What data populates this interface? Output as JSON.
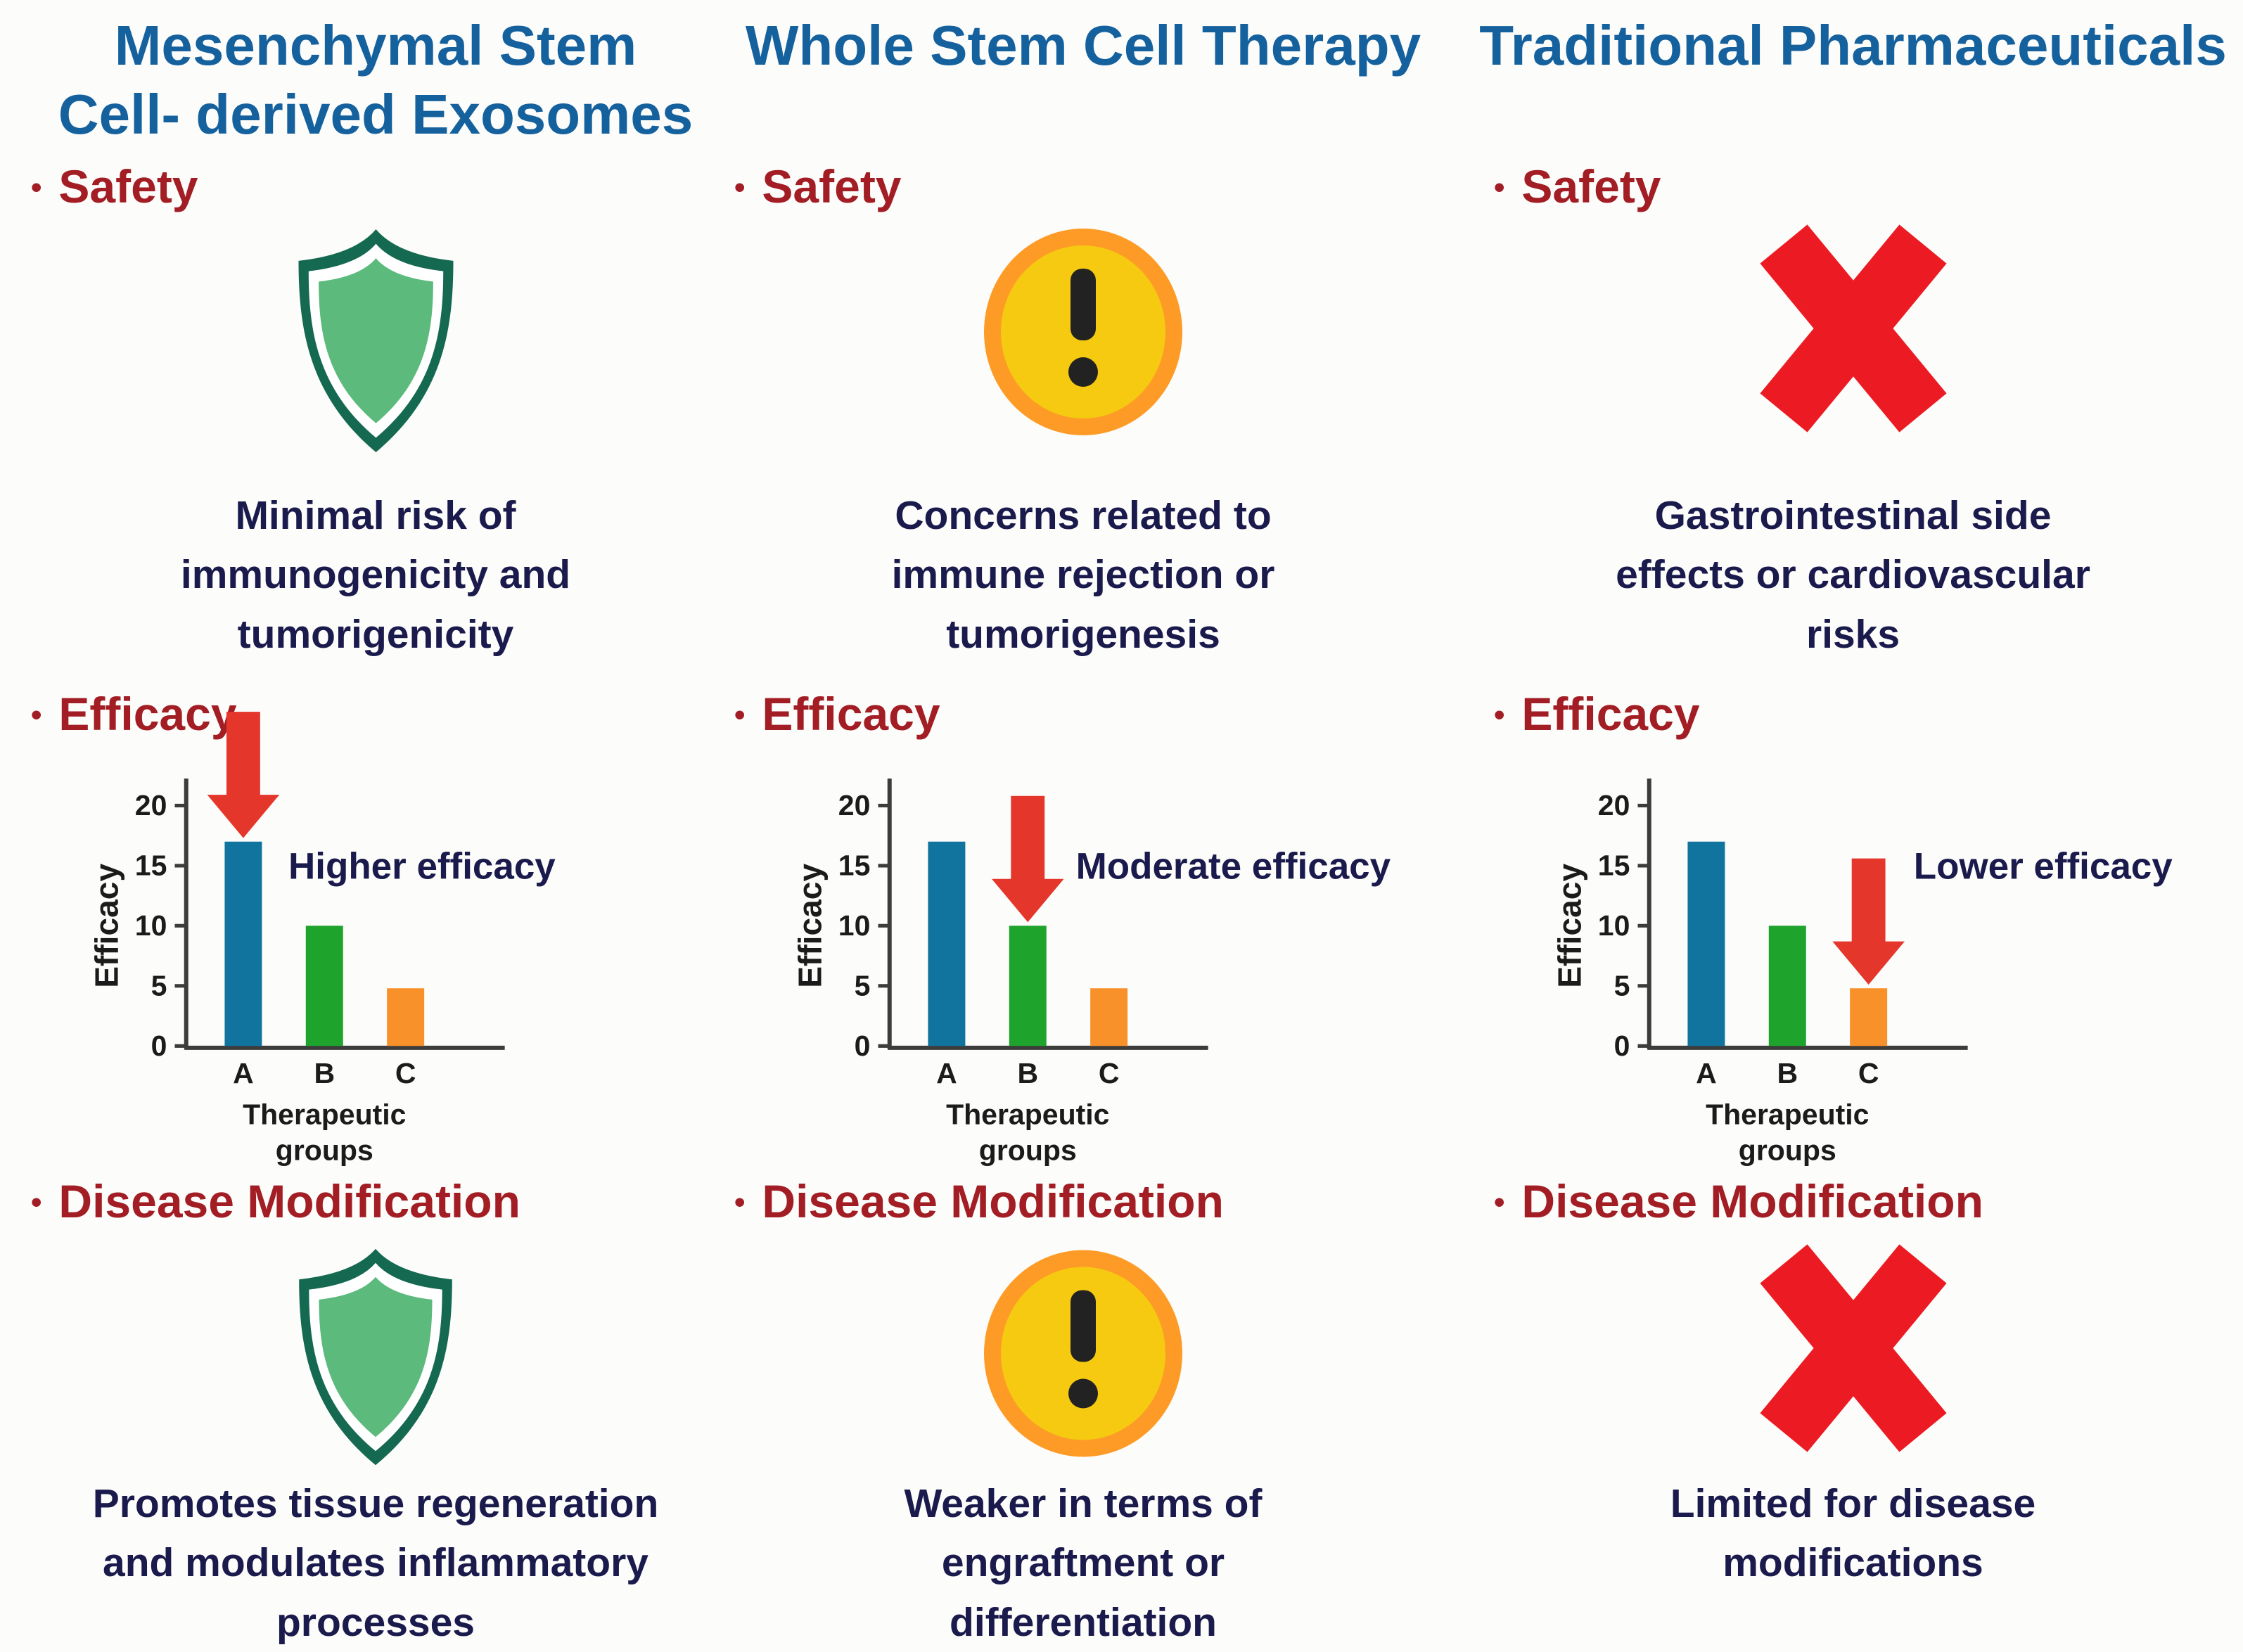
{
  "ui": {
    "bullet": "•"
  },
  "palette": {
    "header_blue": "#15619E",
    "section_heading_red": "#A21D24",
    "caption_navy": "#1A1A4D",
    "arrow_red": "#E4362B",
    "cross_red": "#EC1B23",
    "shield_fill_green": "#5CBA7C",
    "shield_outline_green": "#156950",
    "warning_ring_orange": "#FE9B27",
    "warning_fill_yellow": "#F5CA10",
    "bar_teal": "#10749E",
    "bar_green": "#1EA42D",
    "bar_orange": "#F9912A"
  },
  "columns": [
    {
      "header": "Mesenchymal  Stem\nCell- derived Exosomes",
      "safety": {
        "label": "Safety",
        "icon": "shield-icon",
        "caption": "Minimal risk of\nimmunogenicity and\ntumorigenicity"
      },
      "efficacy": {
        "label": "Efficacy"
      },
      "disease": {
        "label": "Disease Modification",
        "icon": "shield-icon",
        "caption": "Promotes tissue regeneration\nand modulates inflammatory\nprocesses"
      }
    },
    {
      "header": "Whole Stem Cell Therapy",
      "safety": {
        "label": "Safety",
        "icon": "warning-icon",
        "caption": "Concerns related to\nimmune rejection or\ntumorigenesis"
      },
      "efficacy": {
        "label": "Efficacy"
      },
      "disease": {
        "label": "Disease Modification",
        "icon": "warning-icon",
        "caption": "Weaker in terms of\nengraftment or\ndifferentiation"
      }
    },
    {
      "header": "Traditional Pharmaceuticals",
      "safety": {
        "label": "Safety",
        "icon": "cross-icon",
        "caption": "Gastrointestinal side\neffects or cardiovascular\nrisks"
      },
      "efficacy": {
        "label": "Efficacy"
      },
      "disease": {
        "label": "Disease Modification",
        "icon": "cross-icon",
        "caption": "Limited for disease\nmodifications"
      }
    }
  ],
  "chart_data": [
    {
      "type": "bar",
      "categories": [
        "A",
        "B",
        "C"
      ],
      "values": [
        17,
        10,
        4.8
      ],
      "bar_colors": [
        "#10749E",
        "#1EA42D",
        "#F9912A"
      ],
      "ylabel": "Efficacy",
      "xlabel": "Therapeutic groups",
      "xlabel_lines": [
        "Therapeutic",
        "groups"
      ],
      "yticks": [
        0,
        5,
        10,
        15,
        20
      ],
      "ylim": [
        0,
        22
      ],
      "grid": false,
      "legend": false,
      "annotation": "Higher efficacy",
      "arrow_category": "A"
    },
    {
      "type": "bar",
      "categories": [
        "A",
        "B",
        "C"
      ],
      "values": [
        17,
        10,
        4.8
      ],
      "bar_colors": [
        "#10749E",
        "#1EA42D",
        "#F9912A"
      ],
      "ylabel": "Efficacy",
      "xlabel": "Therapeutic groups",
      "xlabel_lines": [
        "Therapeutic",
        "groups"
      ],
      "yticks": [
        0,
        5,
        10,
        15,
        20
      ],
      "ylim": [
        0,
        22
      ],
      "grid": false,
      "legend": false,
      "annotation": "Moderate efficacy",
      "arrow_category": "B"
    },
    {
      "type": "bar",
      "categories": [
        "A",
        "B",
        "C"
      ],
      "values": [
        17,
        10,
        4.8
      ],
      "bar_colors": [
        "#10749E",
        "#1EA42D",
        "#F9912A"
      ],
      "ylabel": "Efficacy",
      "xlabel": "Therapeutic groups",
      "xlabel_lines": [
        "Therapeutic",
        "groups"
      ],
      "yticks": [
        0,
        5,
        10,
        15,
        20
      ],
      "ylim": [
        0,
        22
      ],
      "grid": false,
      "legend": false,
      "annotation": "Lower efficacy",
      "arrow_category": "C"
    }
  ]
}
